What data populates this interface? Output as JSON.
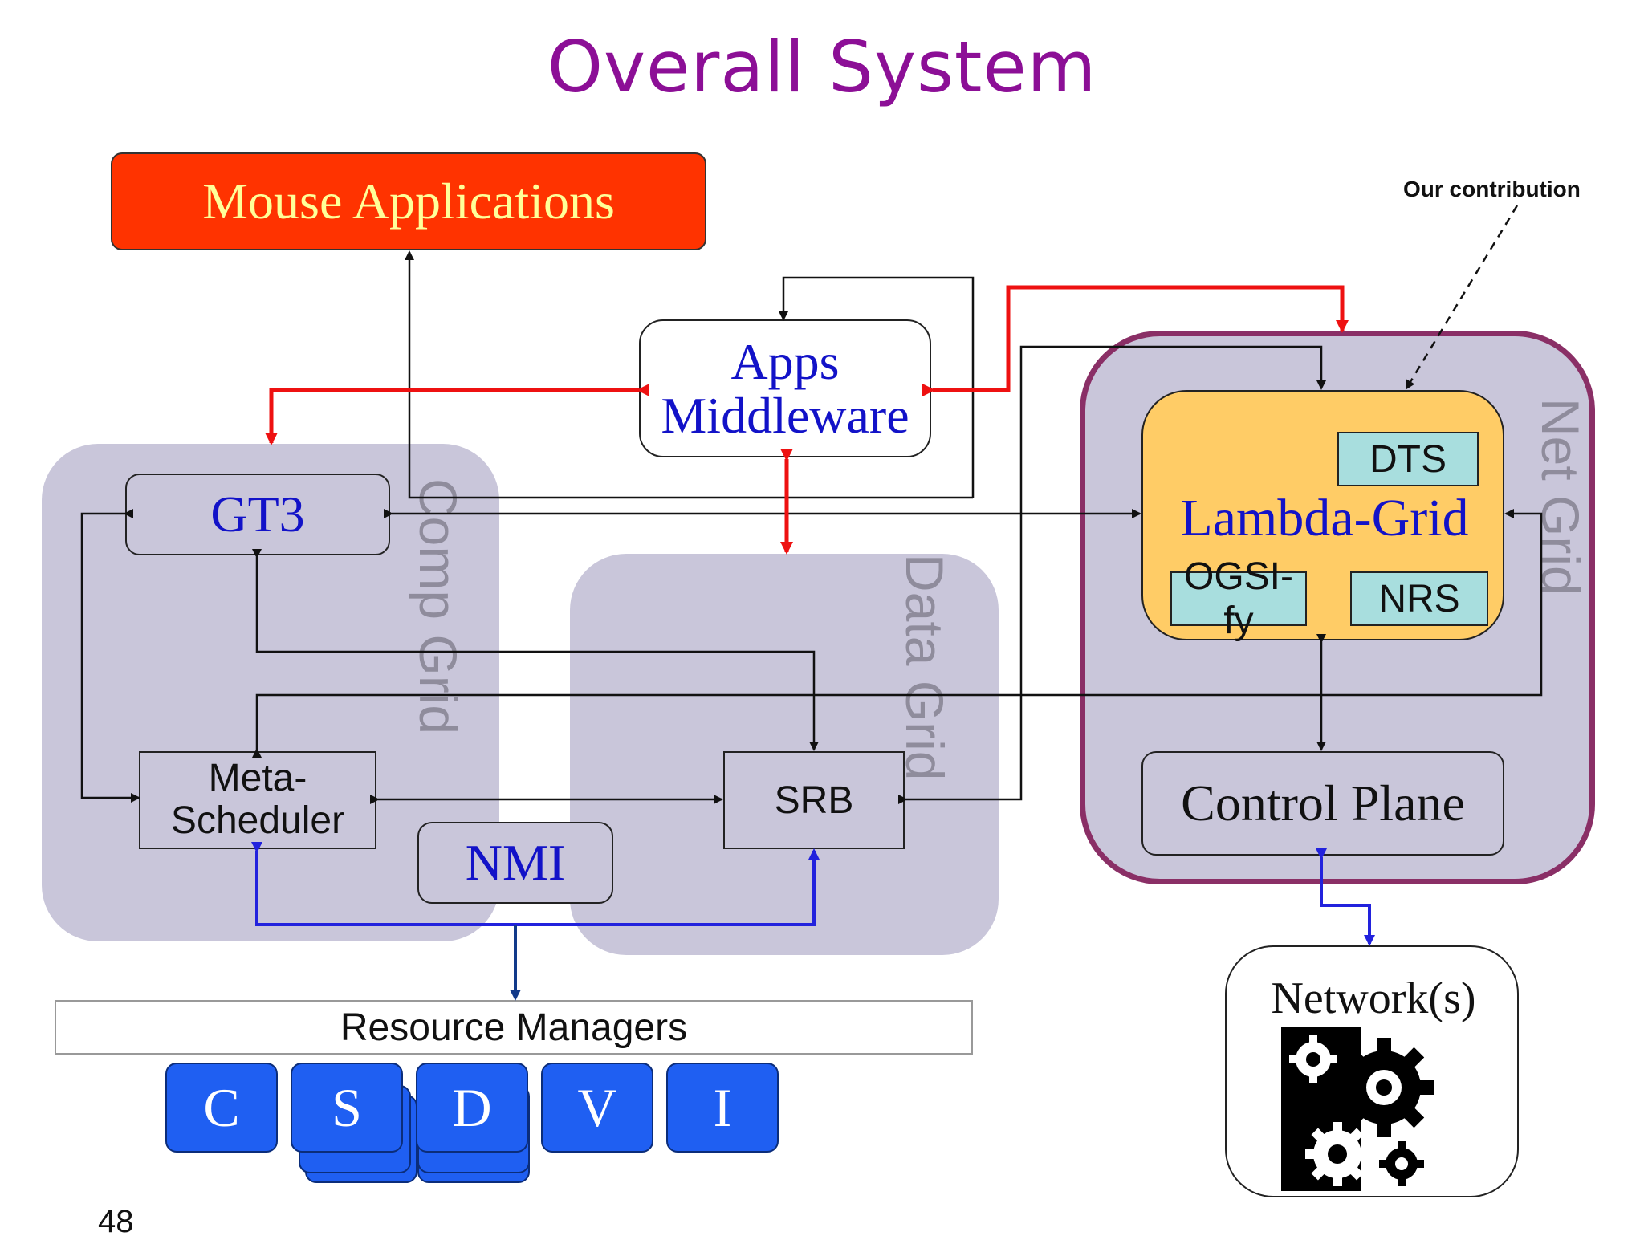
{
  "title": "Overall System",
  "annotation": "Our contribution",
  "page_number": "48",
  "regions": {
    "comp_grid": "Comp Grid",
    "data_grid": "Data Grid",
    "net_grid": "Net Grid"
  },
  "boxes": {
    "mouse_apps": "Mouse Applications",
    "apps_line1": "Apps",
    "apps_line2": "Middleware",
    "gt3": "GT3",
    "meta_line1": "Meta-",
    "meta_line2": "Scheduler",
    "srb": "SRB",
    "nmi": "NMI",
    "lambda_grid": "Lambda-Grid",
    "dts": "DTS",
    "ogsi": "OGSI-fy",
    "nrs": "NRS",
    "control_plane": "Control Plane",
    "networks": "Network(s)",
    "resource_managers": "Resource Managers"
  },
  "resources": [
    "C",
    "S",
    "D",
    "V",
    "I"
  ],
  "colors": {
    "title": "#8c0f96",
    "mouse_apps_bg": "#ff3300",
    "mouse_apps_text": "#ffff99",
    "lambda_bg": "#ffcc66",
    "sub_box_bg": "#a8dede",
    "net_border": "#8a2f66",
    "region_bg": "#c9c6da",
    "resource_bg": "#1f5ff2",
    "red_arrow": "#ee1111",
    "blue_arrow": "#2222dd"
  }
}
